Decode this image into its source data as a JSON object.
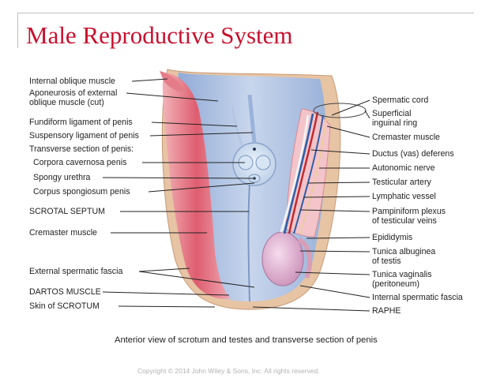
{
  "title": "Male Reproductive System",
  "labels_left": [
    "Internal oblique muscle",
    "Aponeurosis of external",
    "oblique muscle (cut)",
    "Fundiform ligament of penis",
    "Suspensory ligament of penis",
    "Transverse section of penis:",
    "Corpora cavernosa penis",
    "Spongy urethra",
    "Corpus spongiosum penis",
    "SCROTAL SEPTUM",
    "Cremaster muscle",
    "External spermatic fascia",
    "DARTOS MUSCLE",
    "Skin of SCROTUM"
  ],
  "labels_right": [
    "Spermatic cord",
    "Superficial",
    "inguinal ring",
    "Cremaster muscle",
    "Ductus (vas) deferens",
    "Autonomic nerve",
    "Testicular artery",
    "Lymphatic vessel",
    "Pampiniform plexus",
    "of testicular veins",
    "Epididymis",
    "Tunica albuginea",
    "of testis",
    "Tunica vaginalis",
    "(peritoneum)",
    "Internal spermatic fascia",
    "RAPHE"
  ],
  "caption": "Anterior view of scrotum and testes and transverse section of penis",
  "copyright": "Copyright © 2014 John Wiley & Sons, Inc. All rights reserved.",
  "colors": {
    "title": "#c8102e",
    "muscle": "#e06a78",
    "fascia": "#a9bcdc",
    "skin": "#e9c9a6",
    "testis": "#d9a6c8",
    "artery": "#c0282d",
    "vein": "#2f5fa8"
  }
}
